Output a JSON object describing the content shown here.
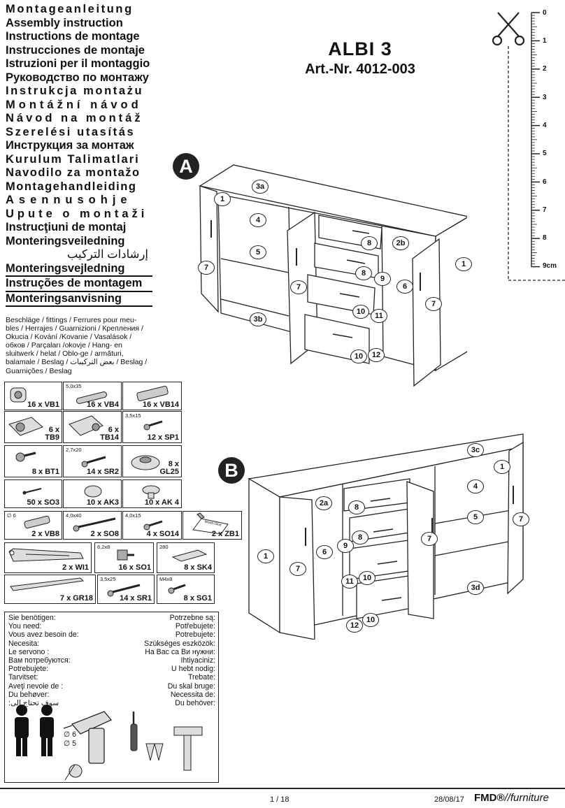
{
  "titles": [
    "Montageanleitung",
    "Assembly instruction",
    "Instructions de montage",
    "Instrucciones de montaje",
    "Istruzioni per il montaggio",
    "Руководство по монтажу",
    "Instrukcja montażu",
    "Montážní návod",
    "Návod na montáž",
    "Szerelési utasítás",
    "Инструкция за монтаж",
    "Kurulum Talimatlari",
    "Navodilo za montažo",
    "Montagehandleiding",
    "Asennusohje",
    "Upute o montaži",
    "Instrucţiuni de montaj",
    "Monteringsveiledning",
    "إرشادات التركيب",
    "Monteringsvejledning",
    "Instruções de montagem",
    "Monteringsanvisning"
  ],
  "fittings_text": [
    "Beschläge / fittings / Ferrures pour meu-",
    "bles / Herrajes / Guarnizioni / Крепления /",
    "Okucia / Kování /Kovanie / Vasalások /",
    "обков / Parçaları /okovje / Hang- en",
    "sluitwerk / helat / Oblo-ge / armături,",
    "balamale / Beslag / بعض التركيبات / Beslag /",
    "Guarnições / Beslag"
  ],
  "product": {
    "name": "ALBI 3",
    "article": "Art.-Nr. 4012-003"
  },
  "ruler": {
    "marks": [
      "0",
      "1",
      "2",
      "3",
      "4",
      "5",
      "6",
      "7",
      "8",
      "9cm"
    ]
  },
  "steps": {
    "a": "A",
    "b": "B"
  },
  "fittings": [
    {
      "qty": "16 x VB1",
      "size": ""
    },
    {
      "qty": "16 x VB4",
      "size": "5,0x35"
    },
    {
      "qty": "16 x VB14",
      "size": ""
    },
    {
      "qty": "6 x\nTB9",
      "size": ""
    },
    {
      "qty": "6 x\nTB14",
      "size": ""
    },
    {
      "qty": "12 x SP1",
      "size": "3,5x15"
    },
    {
      "qty": "8 x BT1",
      "size": ""
    },
    {
      "qty": "14 x SR2",
      "size": "2,7x20"
    },
    {
      "qty": "8 x\nGL25",
      "size": ""
    },
    {
      "qty": "50 x SO3",
      "size": ""
    },
    {
      "qty": "10 x AK3",
      "size": ""
    },
    {
      "qty": "10 x AK 4",
      "size": ""
    },
    {
      "qty": "2 x VB8",
      "size": "∅ 6"
    },
    {
      "qty": "2 x SO8",
      "size": "4,0x40"
    },
    {
      "qty": "4 x SO14",
      "size": "4,0x15"
    },
    {
      "qty": "2 x ZB1",
      "size": ""
    },
    {
      "qty": "2 x WI1",
      "size": ""
    },
    {
      "qty": "16 x SO1",
      "size": "6,2x8"
    },
    {
      "qty": "8 x SK4",
      "size": "280"
    },
    {
      "qty": "7 x GR18",
      "size": ""
    },
    {
      "qty": "14 x SR1",
      "size": "3,5x25"
    },
    {
      "qty": "8 x SG1",
      "size": "M4x8"
    }
  ],
  "glue_label": "Wood Glue",
  "need": {
    "left": [
      "Sie benötigen:",
      "You need:",
      "Vous avez besoin de:",
      "Necesita:",
      "Le servono :",
      "Вам потребуются:",
      "Potrebujete:",
      "Tarvitset:",
      "Aveţi nevoie de :",
      "Du behøver:",
      "سوف تحتاج إلى:"
    ],
    "right": [
      "Potrzebne są:",
      "Potřebujete:",
      "Potrebujete:",
      "Szükséges eszközök:",
      "На Вас са Ви нужни:",
      "Ihtiyaciniz:",
      "U hebt nodig:",
      "Trebate:",
      "Du skal bruge:",
      "Necessita de:",
      "Du behöver:"
    ],
    "drill_sizes": [
      "∅ 6",
      "∅ 5"
    ]
  },
  "labels_a": [
    "3a",
    "1",
    "4",
    "5",
    "7",
    "3b",
    "8",
    "2b",
    "8",
    "9",
    "6",
    "7",
    "1",
    "7",
    "10",
    "11",
    "10",
    "12"
  ],
  "labels_b": [
    "3c",
    "1",
    "4",
    "5",
    "7",
    "2a",
    "8",
    "8",
    "7",
    "9",
    "6",
    "1",
    "7",
    "11",
    "10",
    "3d",
    "12",
    "10"
  ],
  "footer": {
    "page": "1 / 18",
    "date": "28/08/17",
    "brand": "FMD®",
    "brand_sub": "//furniture"
  }
}
